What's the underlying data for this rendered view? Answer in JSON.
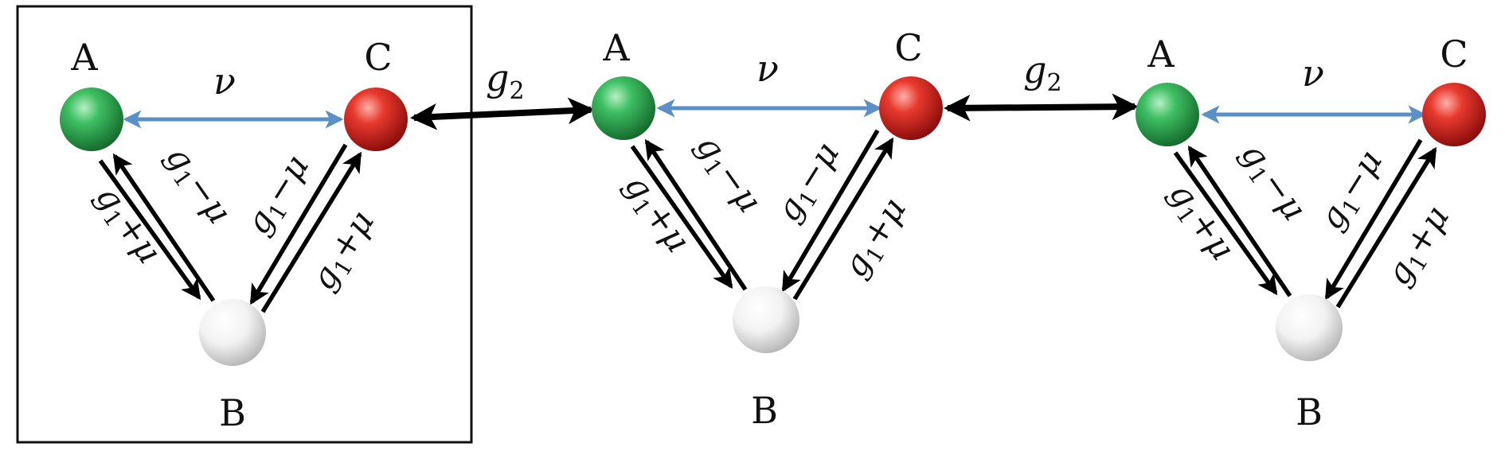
{
  "labels": {
    "A": "A",
    "B": "B",
    "C": "C",
    "nu": "ν",
    "g": "g",
    "mu": "μ",
    "plus": "+",
    "minus": "−",
    "sub1": "1",
    "sub2": "2"
  },
  "colors": {
    "site_a": "#2a9a48",
    "site_b": "#e8e8e8",
    "site_c": "#d92424",
    "nu_arrow": "#5b8fc7",
    "arrow": "#000000"
  }
}
